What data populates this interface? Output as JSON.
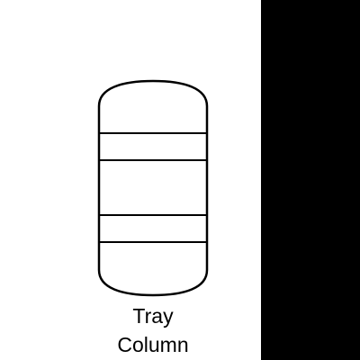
{
  "diagram": {
    "shape": "tray-column",
    "tray_count": 4,
    "caption_line1": "Tray",
    "caption_line2": "Column",
    "stroke_color": "#000000",
    "fill_color": "#ffffff",
    "panel_color": "#000000"
  }
}
